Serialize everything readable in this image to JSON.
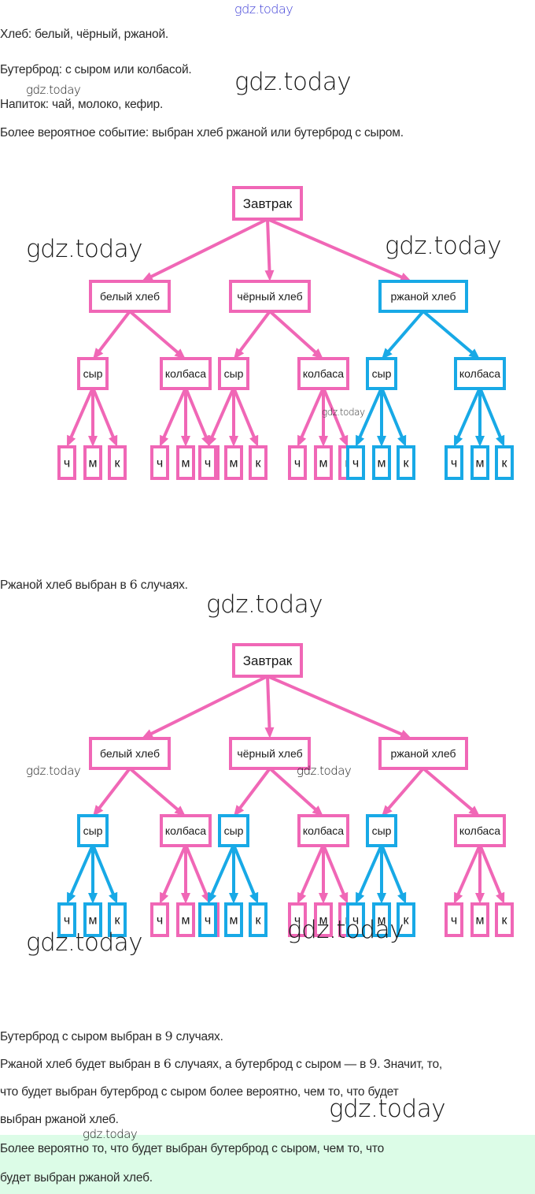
{
  "header": {
    "watermark": "gdz.today"
  },
  "intro": {
    "bread": "Хлеб: белый, чёрный, ржаной.",
    "sandwich": "Бутерброд: с сыром или колбасой.",
    "drink": "Напиток: чай, молоко, кефир.",
    "question": "Более вероятное событие: выбран хлеб ржаной или бутерброд с сыром."
  },
  "colors": {
    "pink": "#f067b6",
    "blue": "#18a9e6",
    "answer_bg": "#dcfce7"
  },
  "tree": {
    "root": "Завтрак",
    "breads": [
      "белый хлеб",
      "чёрный хлеб",
      "ржаной хлеб"
    ],
    "fillings": [
      "сыр",
      "колбаса"
    ],
    "drinks": [
      "ч",
      "м",
      "к"
    ]
  },
  "diagrams": [
    {
      "highlight": "rye-bread",
      "caption_pre": "Ржаной хлеб выбран в ",
      "caption_num": "6",
      "caption_post": " случаях."
    },
    {
      "highlight": "cheese",
      "caption_pre": "Бутерброд с сыром выбран в ",
      "caption_num": "9",
      "caption_post": " случаях."
    }
  ],
  "conclusion": {
    "l1_pre": "Ржаной хлеб будет выбран в ",
    "l1_num1": "6",
    "l1_mid": " случаях, а бутерброд с сыром — в ",
    "l1_num2": "9",
    "l1_post": ". Значит, то,",
    "l2": "что будет выбран бутерброд с сыром более вероятно, чем то, что будет",
    "l3": "выбран ржаной хлеб."
  },
  "answer": {
    "l1": "Более вероятно то, что будет выбран бутерброд с сыром, чем то, что",
    "l2": "будет выбран ржаной хлеб."
  },
  "watermarks": [
    "gdz.today",
    "gdz.today",
    "gdz.today",
    "gdz.today",
    "gdz.today",
    "gdz.today",
    "gdz.today",
    "gdz.today",
    "gdz.today",
    "gdz.today",
    "gdz.today",
    "gdz.today"
  ]
}
